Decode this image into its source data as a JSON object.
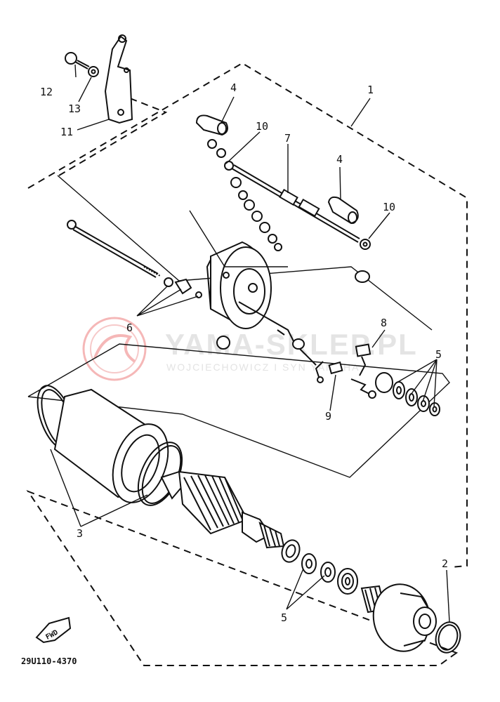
{
  "watermark": {
    "brand": "YAMA-SKLEP.PL",
    "subtitle": "WOJCIECHOWICZ I SYN YAMAHA",
    "color": "#f08080"
  },
  "diagram_code": "29U110-4370",
  "fwd_label": "FWD",
  "callouts": {
    "c1": "1",
    "c2": "2",
    "c3": "3",
    "c4a": "4",
    "c4b": "4",
    "c5a": "5",
    "c5b": "5",
    "c6": "6",
    "c7": "7",
    "c8": "8",
    "c9": "9",
    "c10a": "10",
    "c10b": "10",
    "c11": "11",
    "c12": "12",
    "c13": "13"
  }
}
